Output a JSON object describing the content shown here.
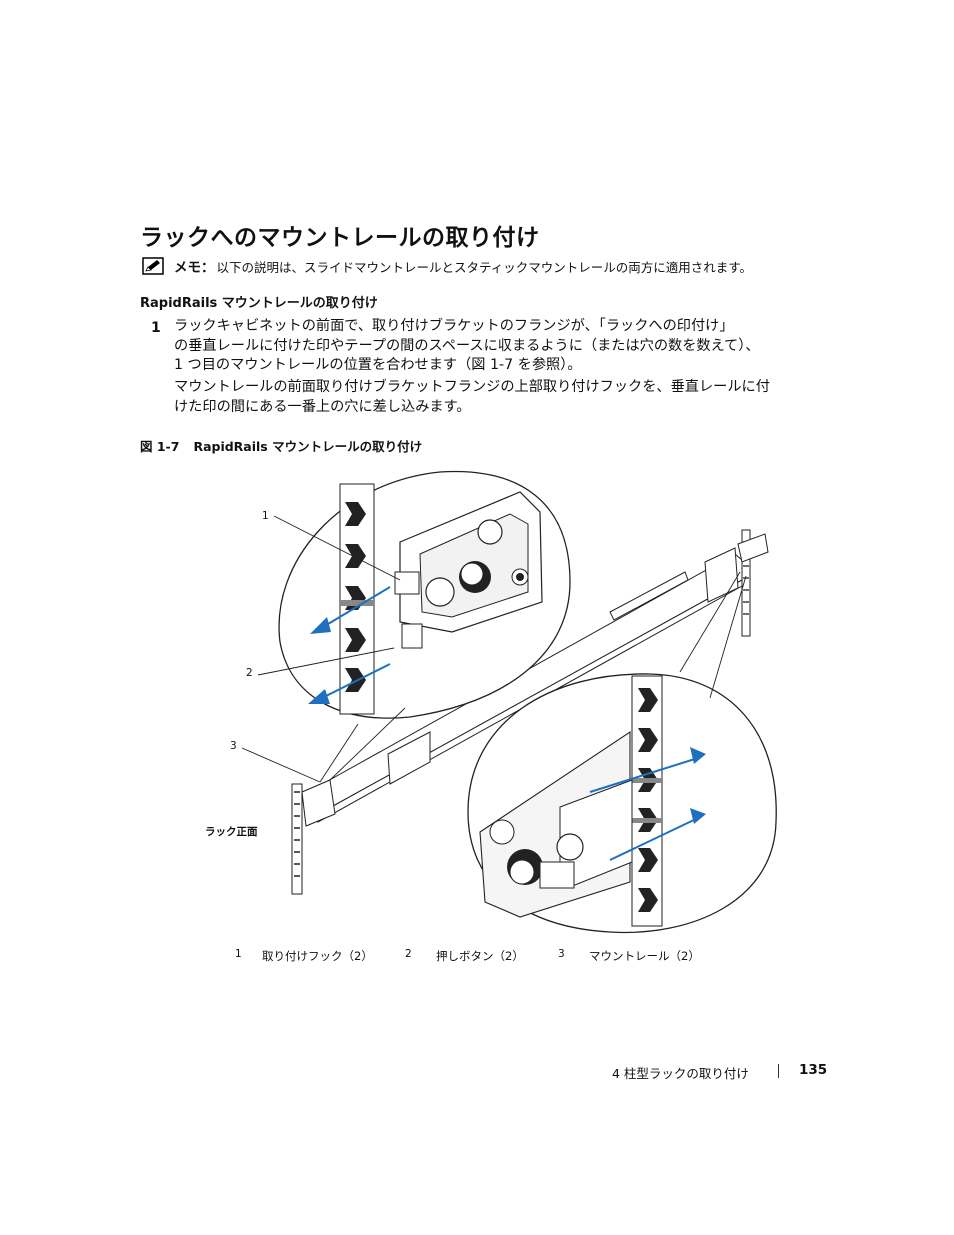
{
  "heading": "ラックへのマウントレールの取り付け",
  "note": {
    "icon": "pencil-note-icon",
    "label": "メモ：",
    "text": "以下の説明は、スライドマウントレールとスタティックマウントレールの両方に適用されます。"
  },
  "subheading": "RapidRails マウントレールの取り付け",
  "step": {
    "number": "1",
    "lines": [
      "ラックキャビネットの前面で、取り付けブラケットのフランジが、「ラックへの印付け」",
      "の垂直レールに付けた印やテープの間のスペースに収まるように（または穴の数を数えて）、",
      "1 つ目のマウントレールの位置を合わせます（図 1-7 を参照）。"
    ],
    "sub_lines": [
      "マウントレールの前面取り付けブラケットフランジの上部取り付けフックを、垂直レールに付",
      "けた印の間にある一番上の穴に差し込みます。"
    ]
  },
  "figure": {
    "number": "図 1-7",
    "caption": "RapidRails マウントレールの取り付け",
    "callouts": [
      "1",
      "2",
      "3"
    ],
    "rack_front_label": "ラック正面",
    "accent_color": "#1f6fbf"
  },
  "legend": [
    {
      "num": "1",
      "label": "取り付けフック（2）"
    },
    {
      "num": "2",
      "label": "押しボタン（2）"
    },
    {
      "num": "3",
      "label": "マウントレール（2）"
    }
  ],
  "footer": {
    "chapter": "4 柱型ラックの取り付け",
    "page": "135"
  }
}
